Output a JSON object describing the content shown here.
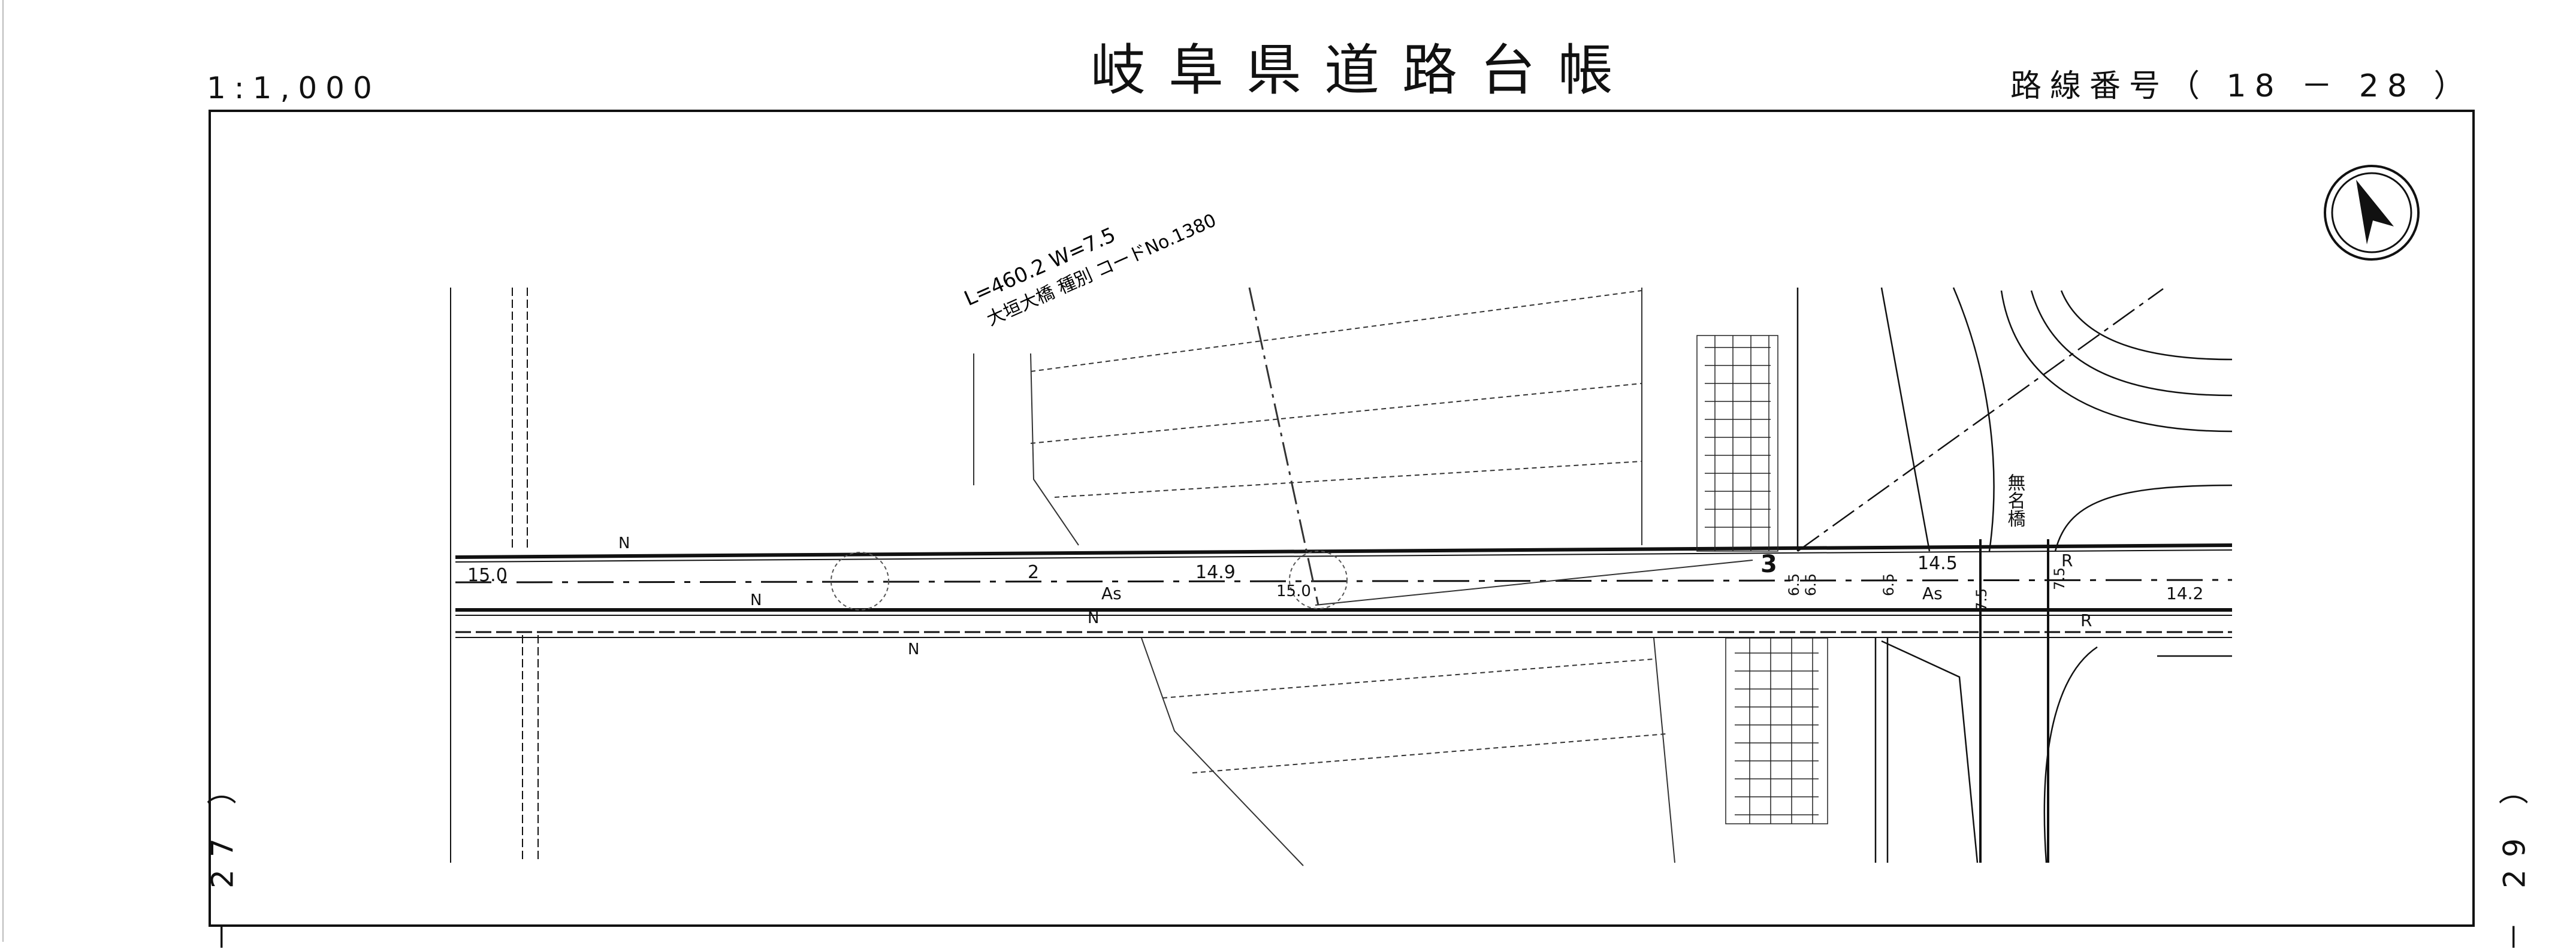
{
  "header": {
    "scale": "1:1,000",
    "title": "岐阜県道路台帳",
    "route_number": "路線番号（ 18 － 28 ）"
  },
  "side_labels": {
    "left": "－ 27 ）",
    "right": "－ 29 ）"
  },
  "map": {
    "bridge_dims": "L=460.2 W=7.5",
    "bridge_info": "大垣大橋 種別 コードNo.1380",
    "widths": [
      "15.0",
      "14.9",
      "15.0",
      "14.5",
      "14.2",
      "6.5",
      "6.5",
      "6.5",
      "7.5",
      "7.5"
    ],
    "labels": {
      "n1": "N",
      "n2": "N",
      "n3": "N",
      "n4": "N",
      "as1": "As",
      "as2": "As",
      "sec2": "2",
      "sec3": "3",
      "r1": "R",
      "r2": "R",
      "bridge_name": "無名橋"
    }
  },
  "colors": {
    "ink": "#111111",
    "paper": "#ffffff"
  },
  "icons": {
    "north_arrow": "north-arrow-icon"
  }
}
